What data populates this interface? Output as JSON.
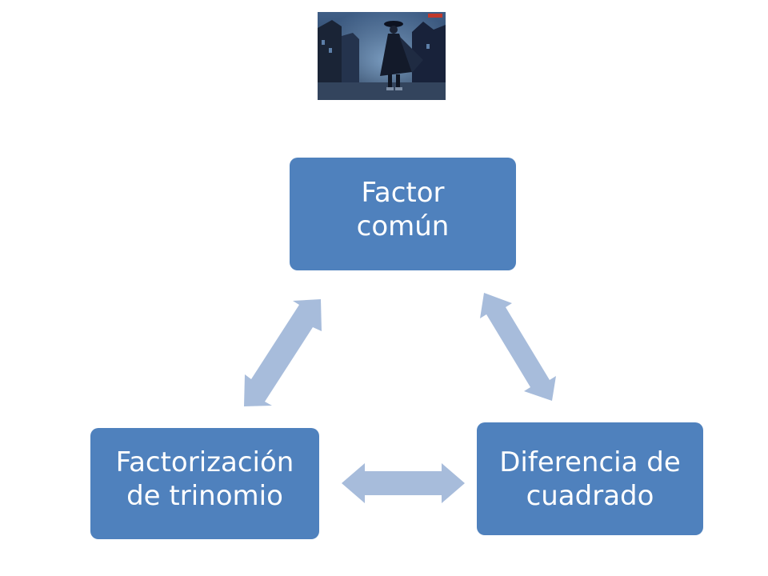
{
  "diagram": {
    "nodes": {
      "top": {
        "line1": "Factor",
        "line2": "común"
      },
      "right": {
        "line1": "Diferencia de",
        "line2": "cuadrado"
      },
      "left": {
        "line1": "Factorización",
        "line2": "de trinomio"
      }
    },
    "colors": {
      "node_fill": "#4f81bd",
      "node_text": "#ffffff",
      "arrow_fill": "#a7bcdb"
    },
    "arrows": [
      {
        "from": "left",
        "to": "top",
        "direction": "both"
      },
      {
        "from": "top",
        "to": "right",
        "direction": "both"
      },
      {
        "from": "left",
        "to": "right",
        "direction": "both"
      }
    ]
  }
}
